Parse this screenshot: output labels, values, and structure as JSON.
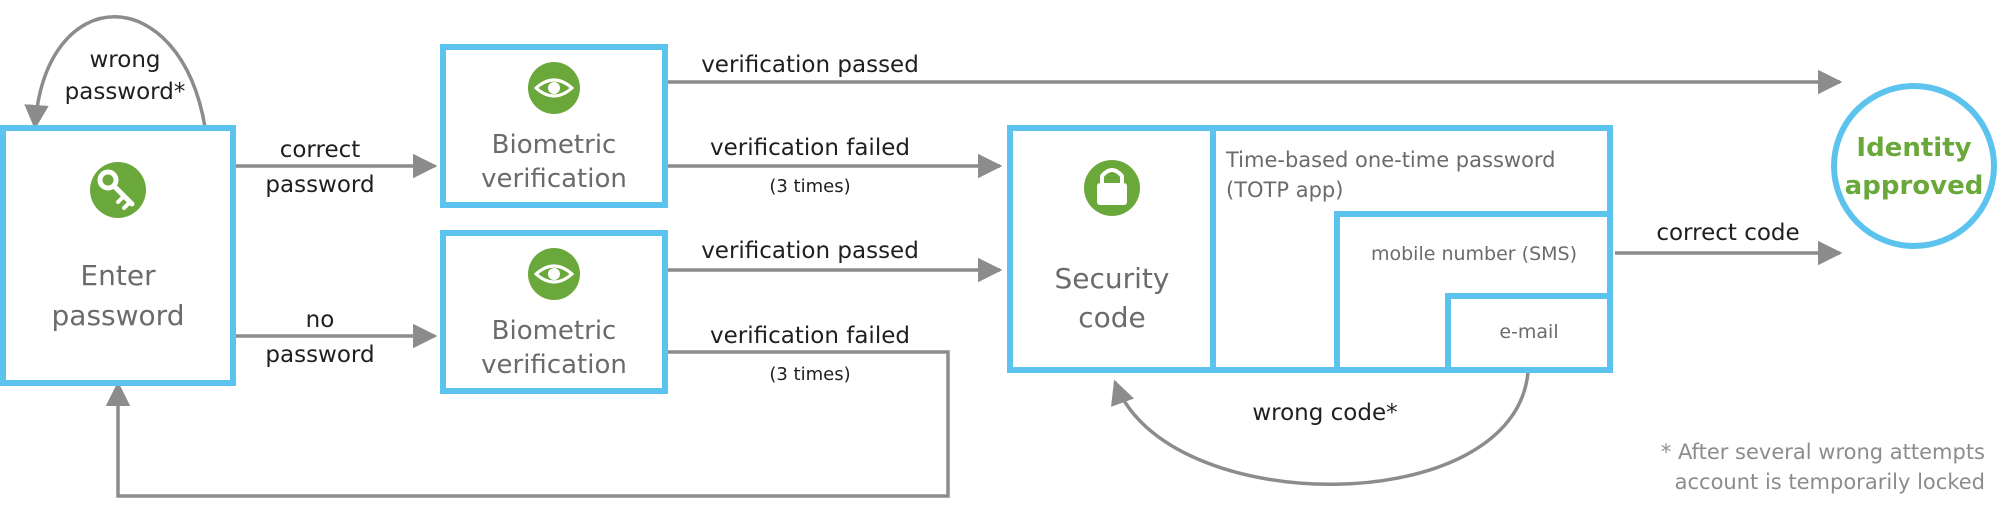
{
  "colors": {
    "box_border": "#5bc3ee",
    "icon_green": "#6aa83c",
    "arrow": "#8c8c8c",
    "approved_text": "#6aa83c",
    "text_dark": "#1f1f1f",
    "text_box": "#6b6b6b"
  },
  "nodes": {
    "enter_password": {
      "line1": "Enter",
      "line2": "password",
      "icon": "key-icon"
    },
    "bio_top": {
      "line1": "Biometric",
      "line2": "verification",
      "icon": "eye-icon"
    },
    "bio_bottom": {
      "line1": "Biometric",
      "line2": "verification",
      "icon": "eye-icon"
    },
    "security": {
      "line1": "Security",
      "line2": "code",
      "icon": "lock-icon",
      "option_totp_line1": "Time-based one-time password",
      "option_totp_line2": "(TOTP app)",
      "option_sms": "mobile number (SMS)",
      "option_email": "e-mail"
    },
    "approved": {
      "line1": "Identity",
      "line2": "approved"
    }
  },
  "edges": {
    "wrong_password_line1": "wrong",
    "wrong_password_line2": "password*",
    "correct_password_line1": "correct",
    "correct_password_line2": "password",
    "no_password_line1": "no",
    "no_password_line2": "password",
    "top_passed": "verification passed",
    "top_failed": "verification failed",
    "top_failed_sub": "(3 times)",
    "bottom_passed": "verification passed",
    "bottom_failed": "verification failed",
    "bottom_failed_sub": "(3 times)",
    "correct_code": "correct code",
    "wrong_code": "wrong code*"
  },
  "footnote": {
    "line1": "* After several wrong attempts",
    "line2": "account is temporarily locked"
  }
}
